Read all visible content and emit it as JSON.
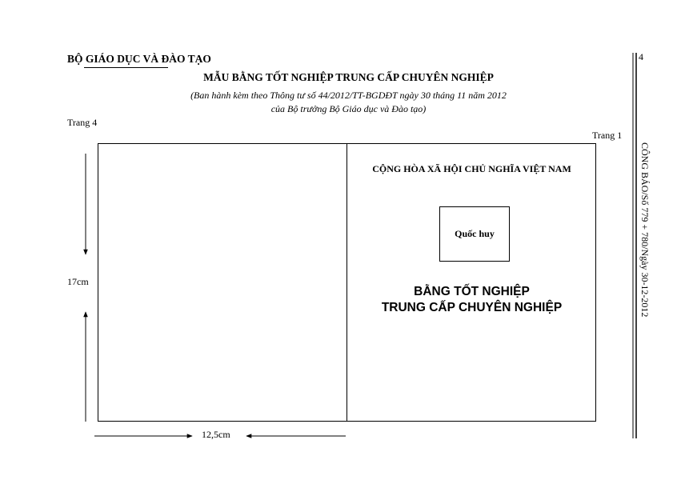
{
  "header": {
    "ministry": "BỘ GIÁO DỤC VÀ ĐÀO TẠO",
    "title": "MẪU BẰNG TỐT NGHIỆP TRUNG CẤP CHUYÊN NGHIỆP",
    "issued_line1": "(Ban hành kèm theo Thông tư số 44/2012/TT-BGDĐT ngày 30 tháng 11 năm 2012",
    "issued_line2": "của Bộ trưởng Bộ Giáo dục và Đào tạo)"
  },
  "pages": {
    "left_label": "Trang 4",
    "right_label": "Trang 1"
  },
  "cover": {
    "republic": "CỘNG HÒA XÃ HỘI CHỦ NGHĨA VIỆT NAM",
    "emblem": "Quốc huy",
    "diploma_line1": "BẰNG TỐT NGHIỆP",
    "diploma_line2": "TRUNG CẤP CHUYÊN NGHIỆP"
  },
  "dimensions": {
    "height": "17cm",
    "width": "12,5cm"
  },
  "margin": {
    "page_number": "4",
    "gazette": "CÔNG BÁO/Số 779 + 780/Ngày 30-12-2012"
  }
}
